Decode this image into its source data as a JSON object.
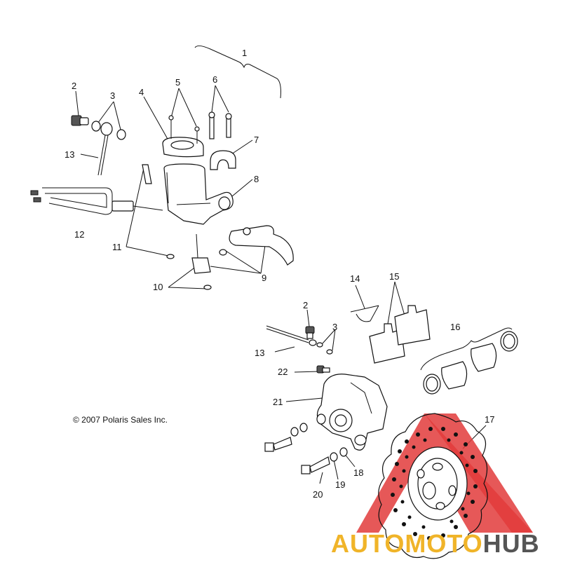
{
  "copyright": "© 2007 Polaris Sales Inc.",
  "watermark": {
    "part1": "AUTOMOTO",
    "part2": "HUB",
    "accent_color": "#f0b429",
    "dark_color": "#555555",
    "logo_color": "#e23b3b"
  },
  "callouts": [
    "1",
    "2",
    "3",
    "4",
    "5",
    "6",
    "7",
    "8",
    "9",
    "10",
    "11",
    "12",
    "13",
    "14",
    "15",
    "16",
    "17",
    "18",
    "19",
    "20",
    "21",
    "22",
    "2",
    "3",
    "13"
  ]
}
